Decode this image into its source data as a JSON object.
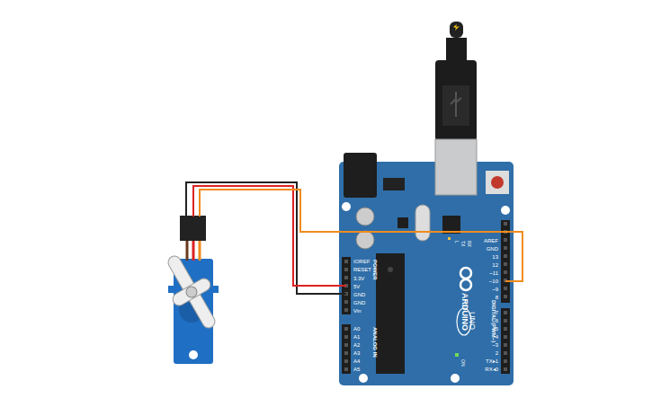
{
  "diagram": {
    "labels": [
      "IOREF",
      "RESET",
      "3.3V",
      "5V",
      "GND",
      "GND",
      "Vin",
      "POWER",
      "A0",
      "A1",
      "A2",
      "A3",
      "A4",
      "A5",
      "ANALOG IN",
      "AREF",
      "GND",
      "13",
      "12",
      "~11",
      "~10",
      "~9",
      "8",
      "7",
      "~6",
      "~5",
      "4",
      "~3",
      "2",
      "TX▸1",
      "RX◂0",
      "DIGITAL (PWM~)",
      "ARDUINO",
      "UNO",
      "ON",
      "L",
      "TX",
      "RX"
    ]
  }
}
